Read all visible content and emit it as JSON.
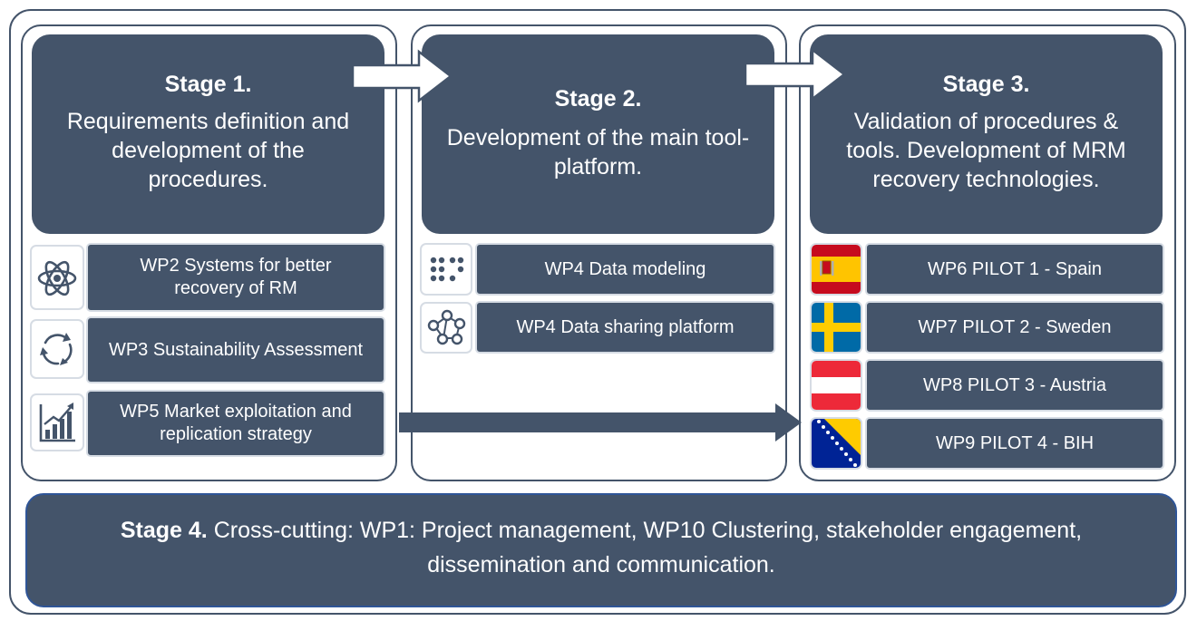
{
  "stage1": {
    "title": "Stage 1.",
    "desc_line1": "Requirements definition and",
    "desc_line2": "development of the",
    "desc_line3": "procedures."
  },
  "stage2": {
    "title": "Stage 2.",
    "desc_line1": "Development of the main tool-",
    "desc_line2": "platform."
  },
  "stage3": {
    "title": "Stage 3.",
    "desc_line1": "Validation of procedures &",
    "desc_line2": "tools. Development of MRM",
    "desc_line3": "recovery technologies."
  },
  "stage4": {
    "title": "Stage 4.",
    "text_line1": "Cross-cutting: WP1: Project management, WP10 Clustering, stakeholder engagement,",
    "text_line2": "dissemination and communication."
  },
  "col1_items": [
    {
      "line1": "WP2 Systems for better",
      "line2": "recovery of RM",
      "icon": "atom-icon"
    },
    {
      "line1": "WP3 Sustainability Assessment",
      "line2": "",
      "icon": "recycle-arrows-icon"
    },
    {
      "line1": "WP5 Market exploitation and",
      "line2": "replication strategy",
      "icon": "bar-chart-growth-icon"
    }
  ],
  "col2_items": [
    {
      "label": "WP4 Data modeling",
      "icon": "data-dots-icon"
    },
    {
      "label": "WP4 Data sharing platform",
      "icon": "network-people-icon"
    }
  ],
  "col3_items": [
    {
      "label": "WP6 PILOT 1 - Spain",
      "icon": "spain-flag-icon"
    },
    {
      "label": "WP7 PILOT 2 - Sweden",
      "icon": "sweden-flag-icon"
    },
    {
      "label": "WP8 PILOT 3 - Austria",
      "icon": "austria-flag-icon"
    },
    {
      "label": "WP9 PILOT 4 - BIH",
      "icon": "bosnia-flag-icon"
    }
  ],
  "colors": {
    "box_fill": "#44546a",
    "box_border": "#d6dce4",
    "stage4_border": "#2f5597",
    "text": "#ffffff"
  }
}
